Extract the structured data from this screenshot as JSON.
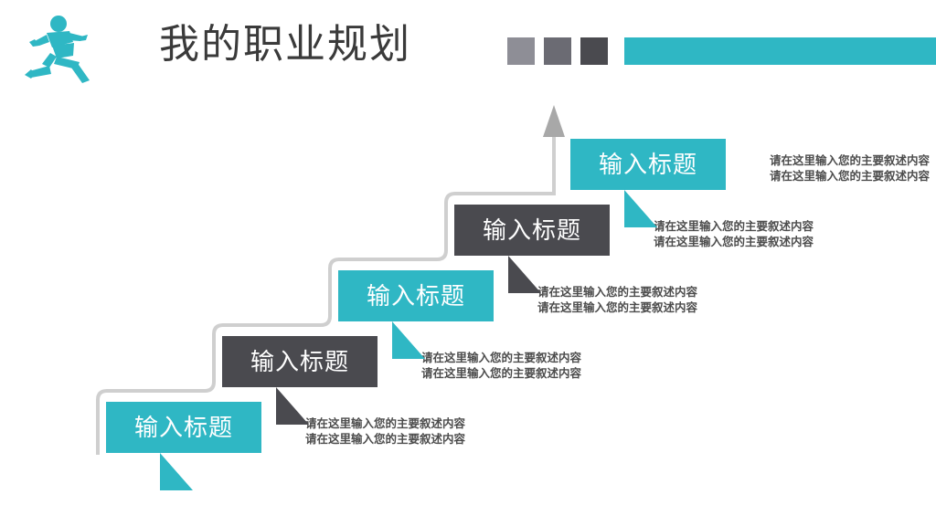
{
  "header": {
    "logo_icon": "running-man-icon",
    "title": "我的职业规划",
    "swatches": [
      {
        "name": "swatch-light-gray",
        "color": "#8e8e96"
      },
      {
        "name": "swatch-mid-gray",
        "color": "#6b6b73"
      },
      {
        "name": "swatch-dark-gray",
        "color": "#4a4a4f"
      }
    ],
    "accent_bar": {
      "name": "accent-bar",
      "color": "#2fb7c4"
    }
  },
  "diagram": {
    "arrow_icon": "up-arrow-icon",
    "path_color": "#cfcfcf",
    "arrow_color": "#a8a8a8",
    "steps": [
      {
        "index": 1,
        "title": "输入标题",
        "color": "#2fb7c4",
        "body_lines": [
          "请在这里输入您的主要叙述内容",
          "请在这里输入您的主要叙述内容"
        ]
      },
      {
        "index": 2,
        "title": "输入标题",
        "color": "#4a4a4f",
        "body_lines": [
          "请在这里输入您的主要叙述内容",
          "请在这里输入您的主要叙述内容"
        ]
      },
      {
        "index": 3,
        "title": "输入标题",
        "color": "#2fb7c4",
        "body_lines": [
          "请在这里输入您的主要叙述内容",
          "请在这里输入您的主要叙述内容"
        ]
      },
      {
        "index": 4,
        "title": "输入标题",
        "color": "#4a4a4f",
        "body_lines": [
          "请在这里输入您的主要叙述内容",
          "请在这里输入您的主要叙述内容"
        ]
      },
      {
        "index": 5,
        "title": "输入标题",
        "color": "#2fb7c4",
        "body_lines": [
          "请在这里输入您的主要叙述内容",
          "请在这里输入您的主要叙述内容"
        ]
      }
    ]
  }
}
